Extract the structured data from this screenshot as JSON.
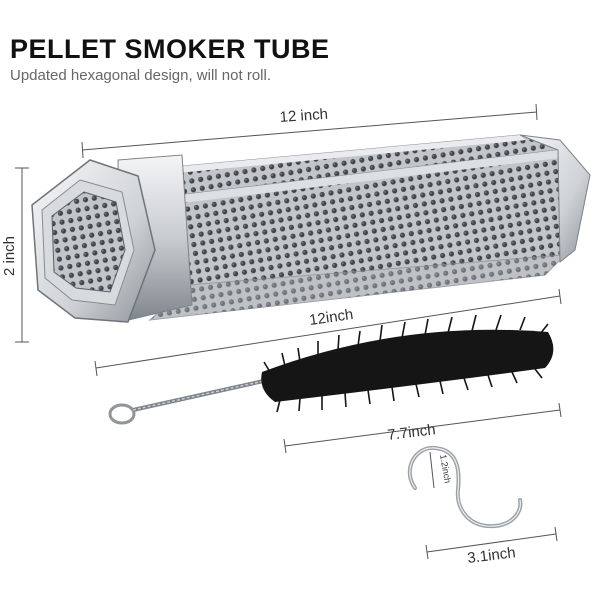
{
  "header": {
    "title": "PELLET SMOKER TUBE",
    "subtitle": "Updated hexagonal design, will not roll."
  },
  "dimensions": {
    "tube_length_top": "12 inch",
    "tube_height": "2 inch",
    "tube_length_bottom": "12inch",
    "brush_length": "7.7inch",
    "hook_height": "1.2inch",
    "hook_width": "3.1inch"
  },
  "colors": {
    "steel_light": "#eef0f2",
    "steel_mid": "#c9cdd2",
    "steel_dark": "#8a9096",
    "bristle": "#151515",
    "dim_line": "#555555"
  }
}
